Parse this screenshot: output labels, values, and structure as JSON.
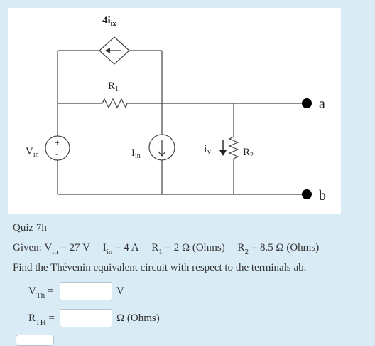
{
  "circuit": {
    "dependent_source_label": "4i",
    "dependent_source_sub": "ix",
    "r1_label": "R",
    "r1_sub": "1",
    "vin_label": "V",
    "vin_sub": "in",
    "vin_plus": "+",
    "vin_minus": "-",
    "iin_label": "I",
    "iin_sub": "in",
    "ix_label": "i",
    "ix_sub": "x",
    "r2_label": "R",
    "r2_sub": "2",
    "terminal_a": "a",
    "terminal_b": "b"
  },
  "quiz": {
    "title": "Quiz 7h",
    "given_prefix": "Given:",
    "vin_name": "V",
    "vin_sub": "in",
    "vin_value": "= 27 V",
    "iin_name": "I",
    "iin_sub": "in",
    "iin_value": "= 4 A",
    "r1_name": "R",
    "r1_sub": "1",
    "r1_value": "= 2 Ω (Ohms)",
    "r2_name": "R",
    "r2_sub": "2",
    "r2_value": "= 8.5 Ω (Ohms)",
    "instruction": "Find the Thévenin equivalent circuit with respect to the terminals ab."
  },
  "answers": {
    "vth_name": "V",
    "vth_sub": "Th",
    "vth_eq": "=",
    "vth_value": "",
    "vth_unit": "V",
    "rth_name": "R",
    "rth_sub": "TH",
    "rth_eq": "=",
    "rth_value": "",
    "rth_unit": "Ω (Ohms)"
  }
}
